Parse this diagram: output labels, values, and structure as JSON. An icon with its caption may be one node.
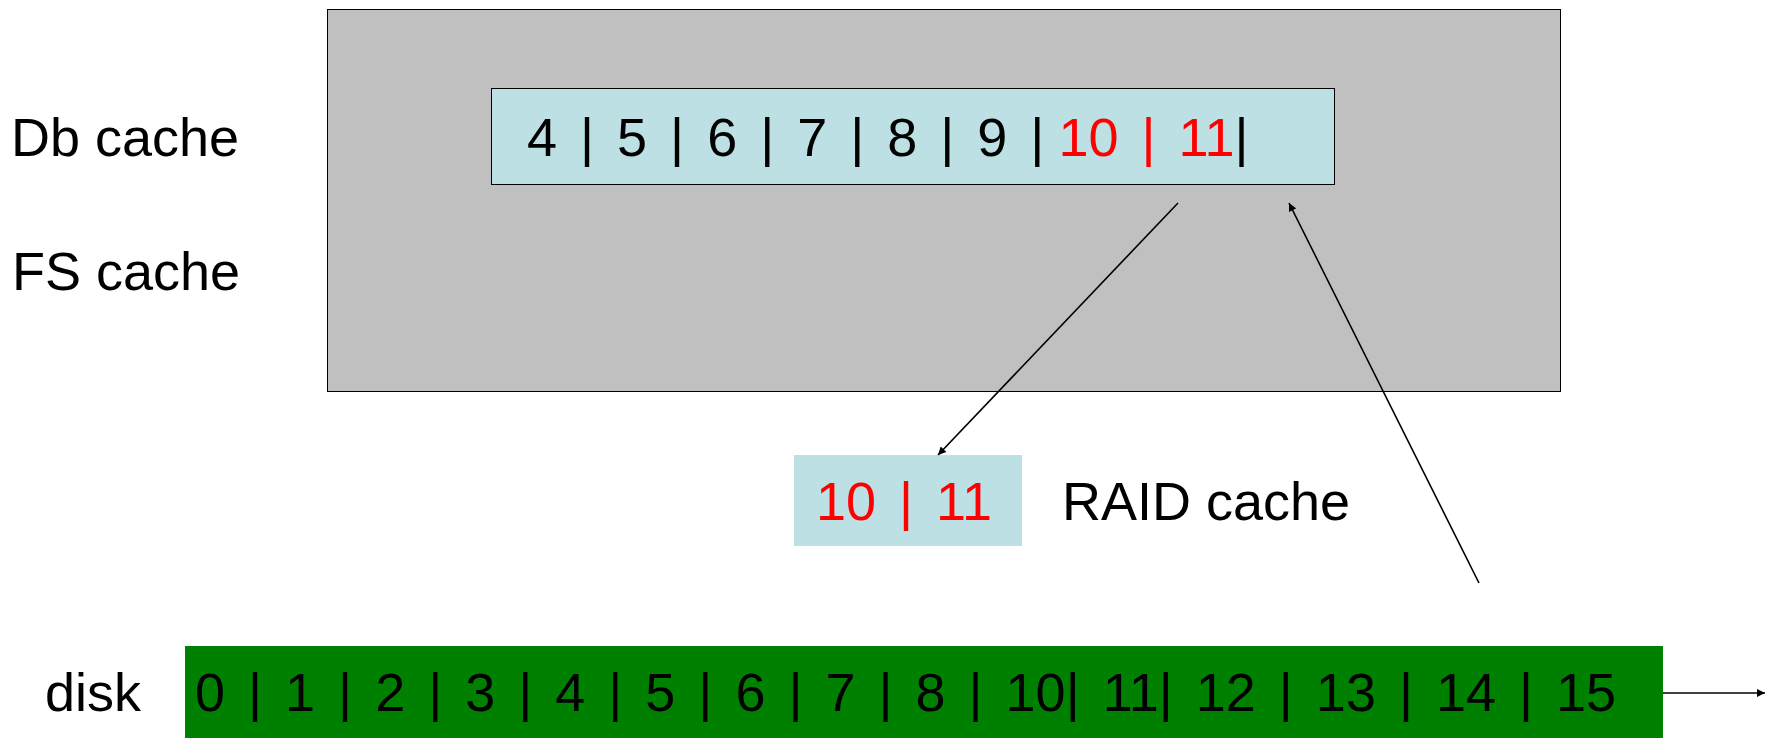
{
  "diagram": {
    "nodes": [
      {
        "text": [],
        "shape": "box",
        "beside": [
          "FS cache"
        ]
      },
      {
        "text": [
          "4 | 5 | 6 | 7 | 8 | 9 |",
          "10 | 11",
          "|"
        ],
        "in": 0
      },
      {
        "text": [
          "10 | 11"
        ],
        "beside": [
          "RAID cache"
        ]
      },
      {
        "text": [
          "0 | 1 | 2 | 3 | 4 | 5 | 6 | 7 | 8 | 10| 11| 12 | 13 | 14 | 15"
        ],
        "beside": [
          "disk"
        ]
      }
    ],
    "edges": [
      {
        "from": 1,
        "to": 2,
        "arrow": "to"
      },
      {
        "from": null,
        "to": 1,
        "arrow": "to"
      },
      {
        "from": 3,
        "to": null,
        "arrow": "to"
      }
    ],
    "labels": [
      "Db cache"
    ]
  }
}
